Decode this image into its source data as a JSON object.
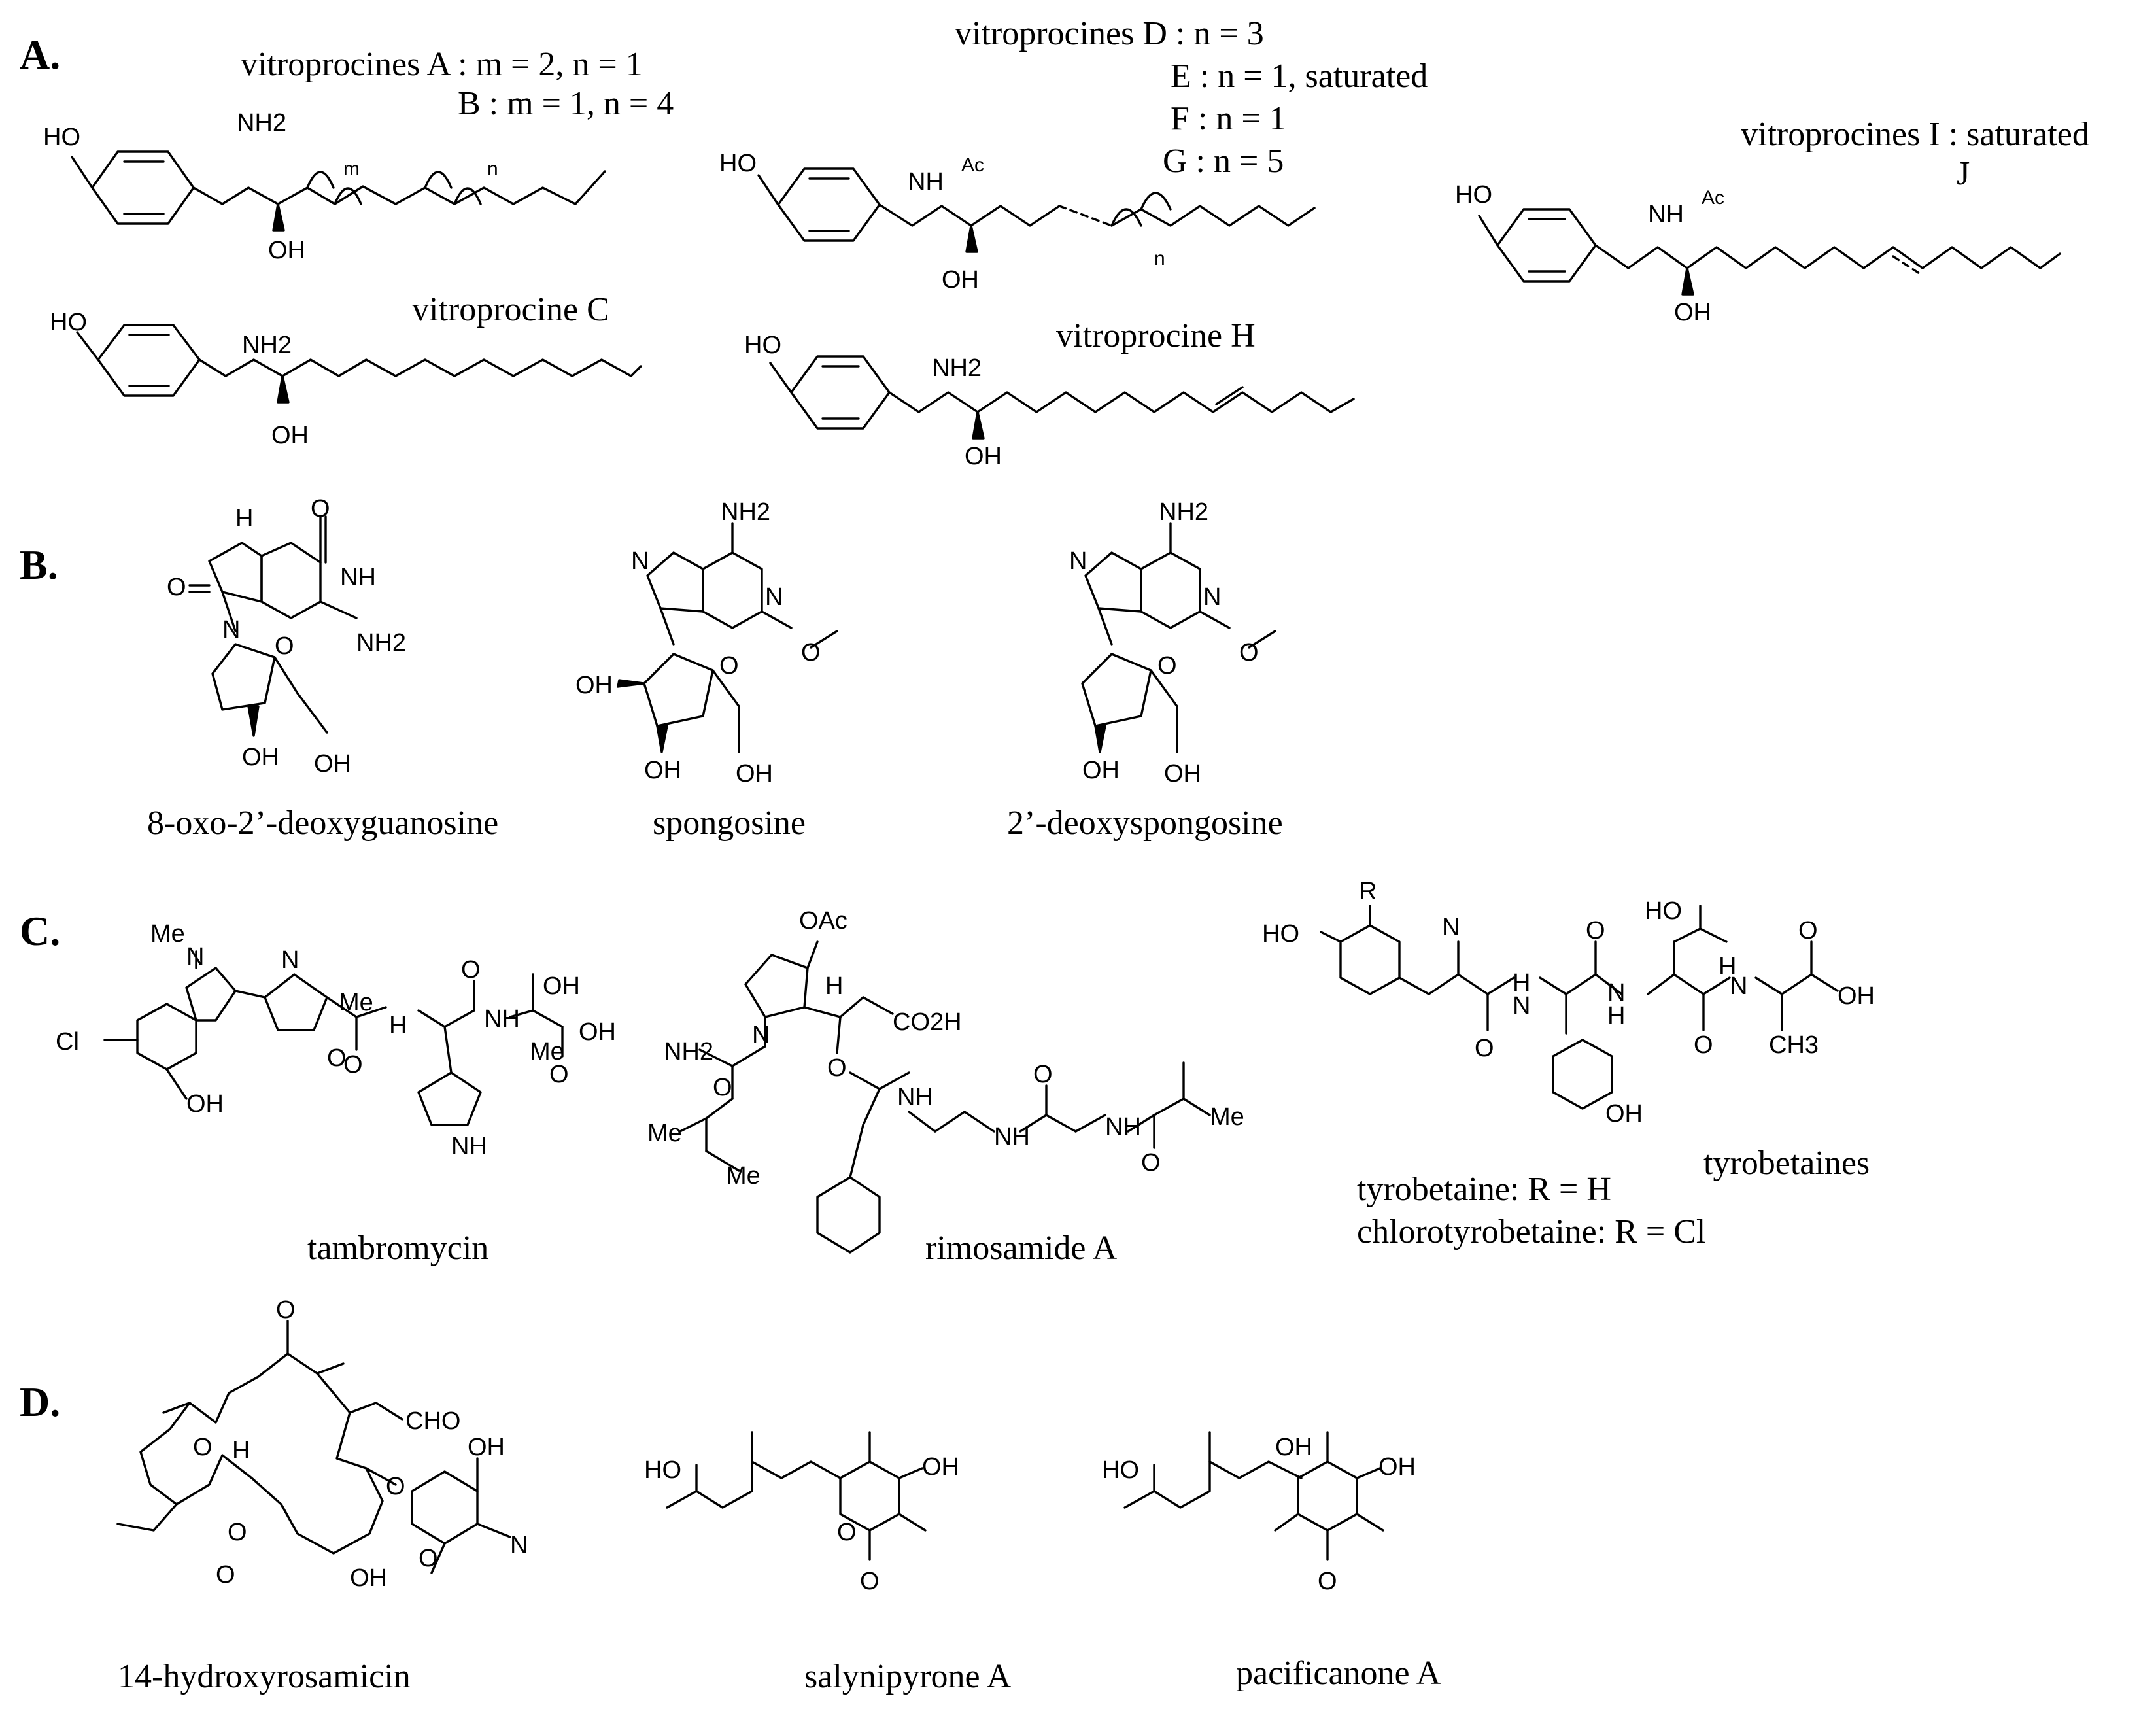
{
  "panels": {
    "A": {
      "label": "A.",
      "header_ab_1": "vitroprocines A : m = 2, n = 1",
      "header_ab_2": "B : m = 1, n = 4",
      "header_dg_1": "vitroprocines D : n = 3",
      "header_dg_2": "E :  n = 1, saturated",
      "header_dg_3": "F :  n = 1",
      "header_dg_4": "G : n = 5",
      "header_ij_1": "vitroprocines I : saturated",
      "header_ij_2": "J",
      "name_c": "vitroprocine C",
      "name_h": "vitroprocine H"
    },
    "B": {
      "label": "B.",
      "names": [
        "8-oxo-2’-deoxyguanosine",
        "spongosine",
        "2’-deoxyspongosine"
      ]
    },
    "C": {
      "label": "C.",
      "names": [
        "tambromycin",
        "rimosamide A",
        "tyrobetaines"
      ],
      "note_1": "tyrobetaine: R = H",
      "note_2": "chlorotyrobetaine: R = Cl"
    },
    "D": {
      "label": "D.",
      "names": [
        "14-hydroxyrosamicin",
        "salynipyrone A",
        "pacificanone A"
      ]
    }
  },
  "atoms": {
    "ho": "HO",
    "oh": "OH",
    "nh2": "NH2",
    "nh": "NH",
    "ac": "Ac",
    "m": "m",
    "n": "n",
    "h": "H",
    "n_atom": "N",
    "o": "O",
    "me": "Me",
    "cl": "Cl",
    "oac": "OAc",
    "co2h": "CO2H",
    "ch3": "CH3",
    "cho": "CHO",
    "r": "R",
    "nh_h": "H"
  }
}
